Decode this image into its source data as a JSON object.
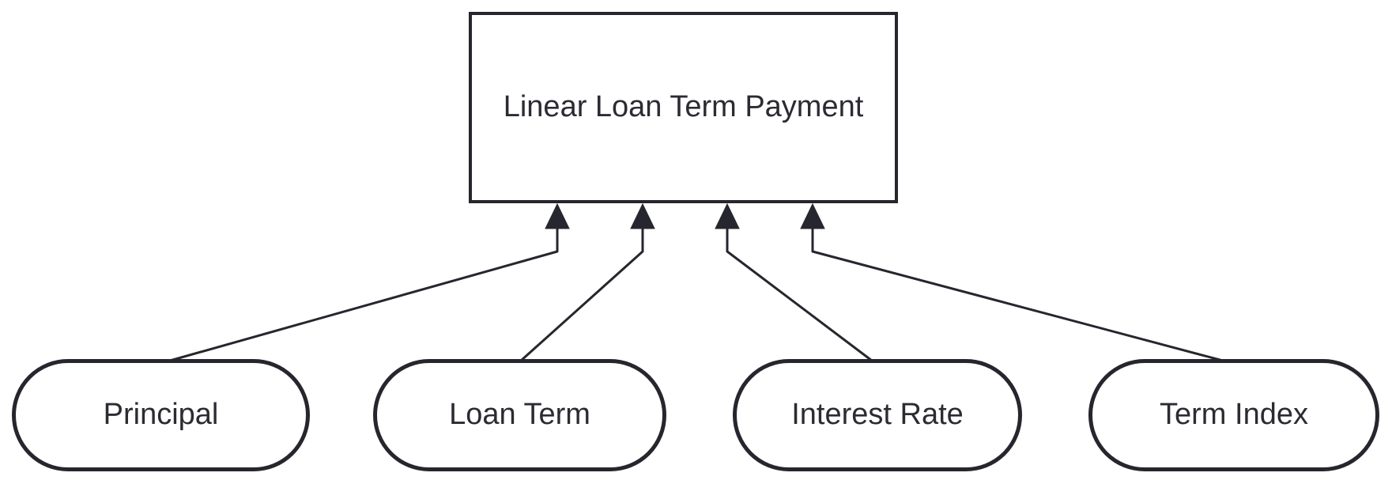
{
  "diagram": {
    "type": "dependency-graph",
    "direction": "bottom-to-top",
    "colors": {
      "background": "#ffffff",
      "node_fill": "#ffffff",
      "stroke": "#26262e",
      "text": "#2b2b33"
    },
    "output_node": {
      "label": "Linear Loan Term Payment",
      "shape": "rectangle"
    },
    "input_nodes": [
      {
        "label": "Principal",
        "shape": "stadium"
      },
      {
        "label": "Loan Term",
        "shape": "stadium"
      },
      {
        "label": "Interest Rate",
        "shape": "stadium"
      },
      {
        "label": "Term Index",
        "shape": "stadium"
      }
    ],
    "edges": [
      {
        "from": "Principal",
        "to": "Linear Loan Term Payment",
        "arrowhead": "filled-triangle-up"
      },
      {
        "from": "Loan Term",
        "to": "Linear Loan Term Payment",
        "arrowhead": "filled-triangle-up"
      },
      {
        "from": "Interest Rate",
        "to": "Linear Loan Term Payment",
        "arrowhead": "filled-triangle-up"
      },
      {
        "from": "Term Index",
        "to": "Linear Loan Term Payment",
        "arrowhead": "filled-triangle-up"
      }
    ]
  }
}
